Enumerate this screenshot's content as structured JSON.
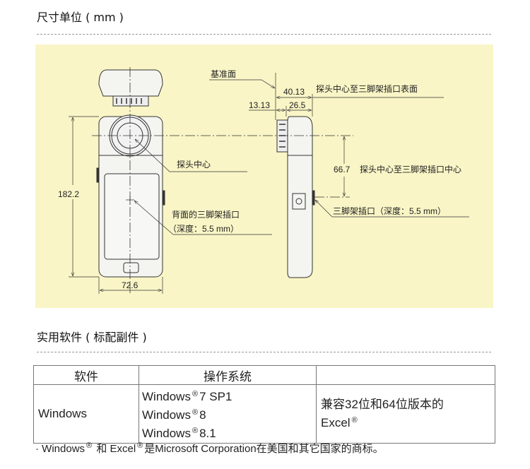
{
  "dimensions_section": {
    "title": "尺寸单位 ( mm )"
  },
  "diagram": {
    "width_label": "72.6",
    "height_label": "182.2",
    "reference_surface": "基准面",
    "probe_center": "探头中心",
    "rear_tripod_socket": "背面的三脚架插口",
    "rear_tripod_depth": "（深度：5.5 mm）",
    "dim_40_13": "40.13",
    "dim_40_13_desc": "探头中心至三脚架插口表面",
    "dim_13_13": "13.13",
    "dim_26_5": "26.5",
    "dim_66_7": "66.7",
    "dim_66_7_desc": "探头中心至三脚架插口中心",
    "side_tripod_socket": "三脚架插口（深度：5.5 mm）",
    "colors": {
      "panel": "#f9f5c6",
      "device": "#f4f4f0",
      "line": "#333333"
    }
  },
  "software_section": {
    "title": "实用软件 ( 标配副件 )",
    "table": {
      "headers": [
        "软件",
        "操作系统",
        ""
      ],
      "software": "Windows",
      "os": [
        {
          "name": "Windows",
          "reg": "®",
          "ver": "7 SP1"
        },
        {
          "name": "Windows",
          "reg": "®",
          "ver": "8"
        },
        {
          "name": "Windows",
          "reg": "®",
          "ver": "8.1"
        }
      ],
      "note_text": "兼容32位和64位版本的",
      "note_excel": "Excel",
      "note_reg": "®"
    },
    "footnote": {
      "bullet": "·",
      "windows": "Windows",
      "reg1": "®",
      "and": "和",
      "excel": "Excel",
      "reg2": "®",
      "rest": "是Microsoft Corporation在美国和其它国家的商标。"
    }
  }
}
